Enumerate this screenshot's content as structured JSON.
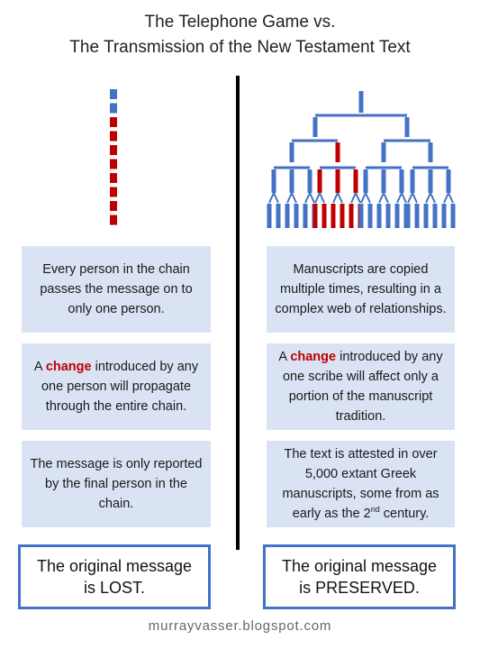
{
  "title": {
    "line1": "The Telephone Game vs.",
    "line2": "The Transmission of the New Testament Text"
  },
  "left": {
    "box1": "Every person in the chain passes the message on to only one person.",
    "box2_before": "A ",
    "box2_highlight": "change",
    "box2_after": " introduced by any one person will propagate through the entire chain.",
    "box3": "The message is only reported by the final person in the chain.",
    "result_line1": "The original message",
    "result_line2": "is LOST."
  },
  "right": {
    "box1": "Manuscripts are copied multiple times, resulting in a complex web of relationships.",
    "box2_before": "A ",
    "box2_highlight": "change",
    "box2_after": " introduced by any one scribe will affect only a portion of the manuscript tradition.",
    "box3_main": "The text is attested in over 5,000 extant Greek manuscripts, some from as early as the 2",
    "box3_sup": "nd",
    "box3_end": " century.",
    "result_line1": "The original message",
    "result_line2": "is PRESERVED."
  },
  "footer": "murrayvasser.blogspot.com",
  "colors": {
    "blue_node": "#4472c4",
    "red_node": "#c00000",
    "box_fill": "#dae3f3",
    "result_border": "#4472c4",
    "divider": "#000000"
  }
}
